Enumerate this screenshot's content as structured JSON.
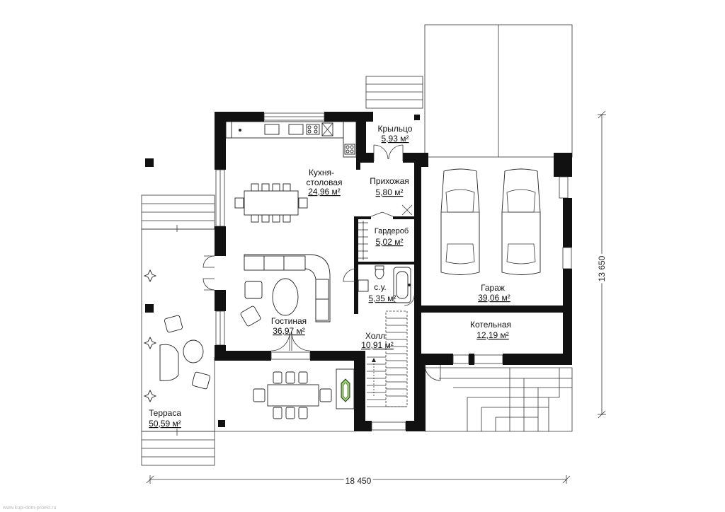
{
  "rooms": [
    {
      "id": "kitchen",
      "name_lines": [
        "Кухня-",
        "столовая"
      ],
      "area": "24,96 м²"
    },
    {
      "id": "porch",
      "name_lines": [
        "Крыльцо"
      ],
      "area": "5,93 м²"
    },
    {
      "id": "hallway",
      "name_lines": [
        "Прихожая"
      ],
      "area": "5,80 м²"
    },
    {
      "id": "wardrobe",
      "name_lines": [
        "Гардероб"
      ],
      "area": "5,02 м²"
    },
    {
      "id": "bathroom",
      "name_lines": [
        "с.у."
      ],
      "area": "5,35 м²"
    },
    {
      "id": "garage",
      "name_lines": [
        "Гараж"
      ],
      "area": "39,06 м²"
    },
    {
      "id": "living",
      "name_lines": [
        "Гостиная"
      ],
      "area": "36,97 м²"
    },
    {
      "id": "hall",
      "name_lines": [
        "Холл"
      ],
      "area": "10,91 м²"
    },
    {
      "id": "boiler",
      "name_lines": [
        "Котельная"
      ],
      "area": "12,19 м²"
    },
    {
      "id": "terrace",
      "name_lines": [
        "Терраса"
      ],
      "area": "50,59 м²"
    }
  ],
  "dimensions": {
    "width": "18 450",
    "height": "13 650"
  },
  "watermark": "www.kupi-dom-proekt.ru"
}
